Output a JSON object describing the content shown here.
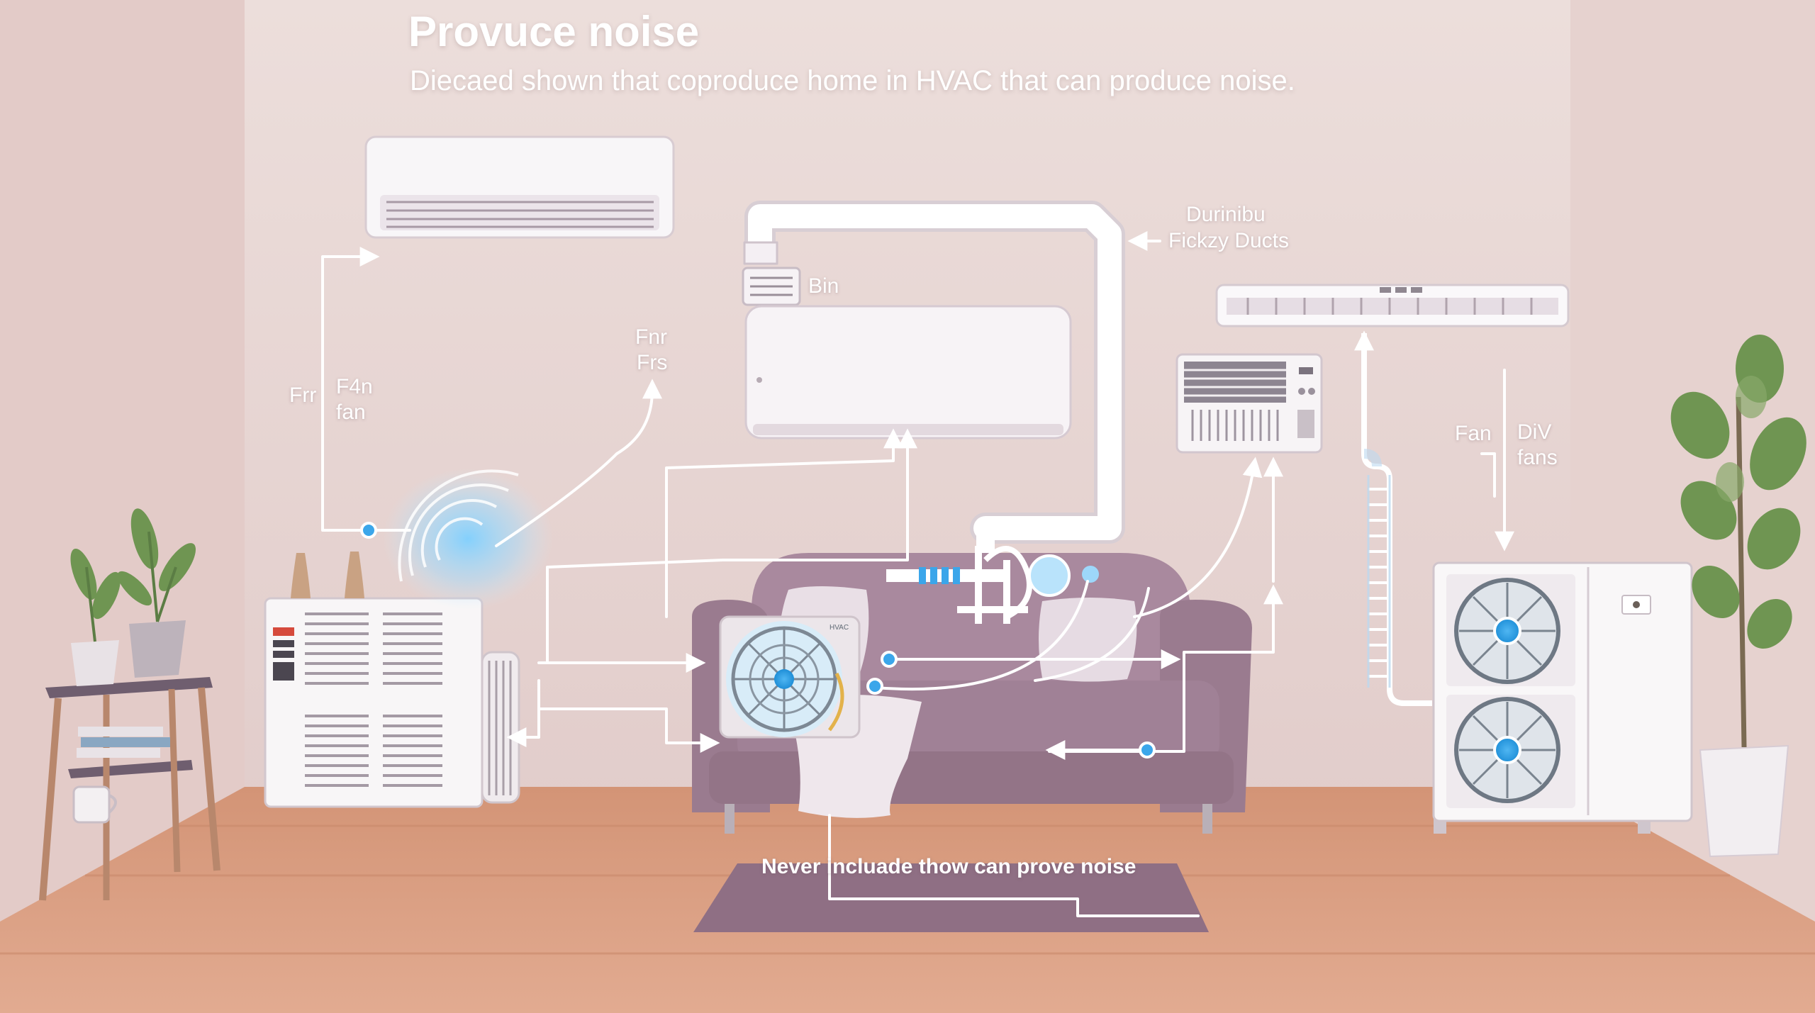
{
  "header": {
    "title": "Provuce noise",
    "subtitle": "Diecaed shown that coproduce home in HVAC that can produce noise."
  },
  "labels": {
    "ducts_line1": "Durinibu",
    "ducts_line2": "Fickzy Ducts",
    "bin": "Bin",
    "fnr": "Fnr",
    "frs": "Frs",
    "frr": "Frr",
    "f4n": "F4n",
    "fan_small": "fan",
    "fan": "Fan",
    "div": "DiV",
    "fans": "fans",
    "hvac_tag": "HVAC",
    "caption": "Never incluade thow can prove noise"
  },
  "colors": {
    "wall": "#e9d9d6",
    "floor": "#d99c80",
    "sofa": "#9e8196",
    "rug": "#8f6f84",
    "accent_blue": "#3ba6ea",
    "line_white": "#ffffff",
    "plant_green": "#6f9552"
  }
}
